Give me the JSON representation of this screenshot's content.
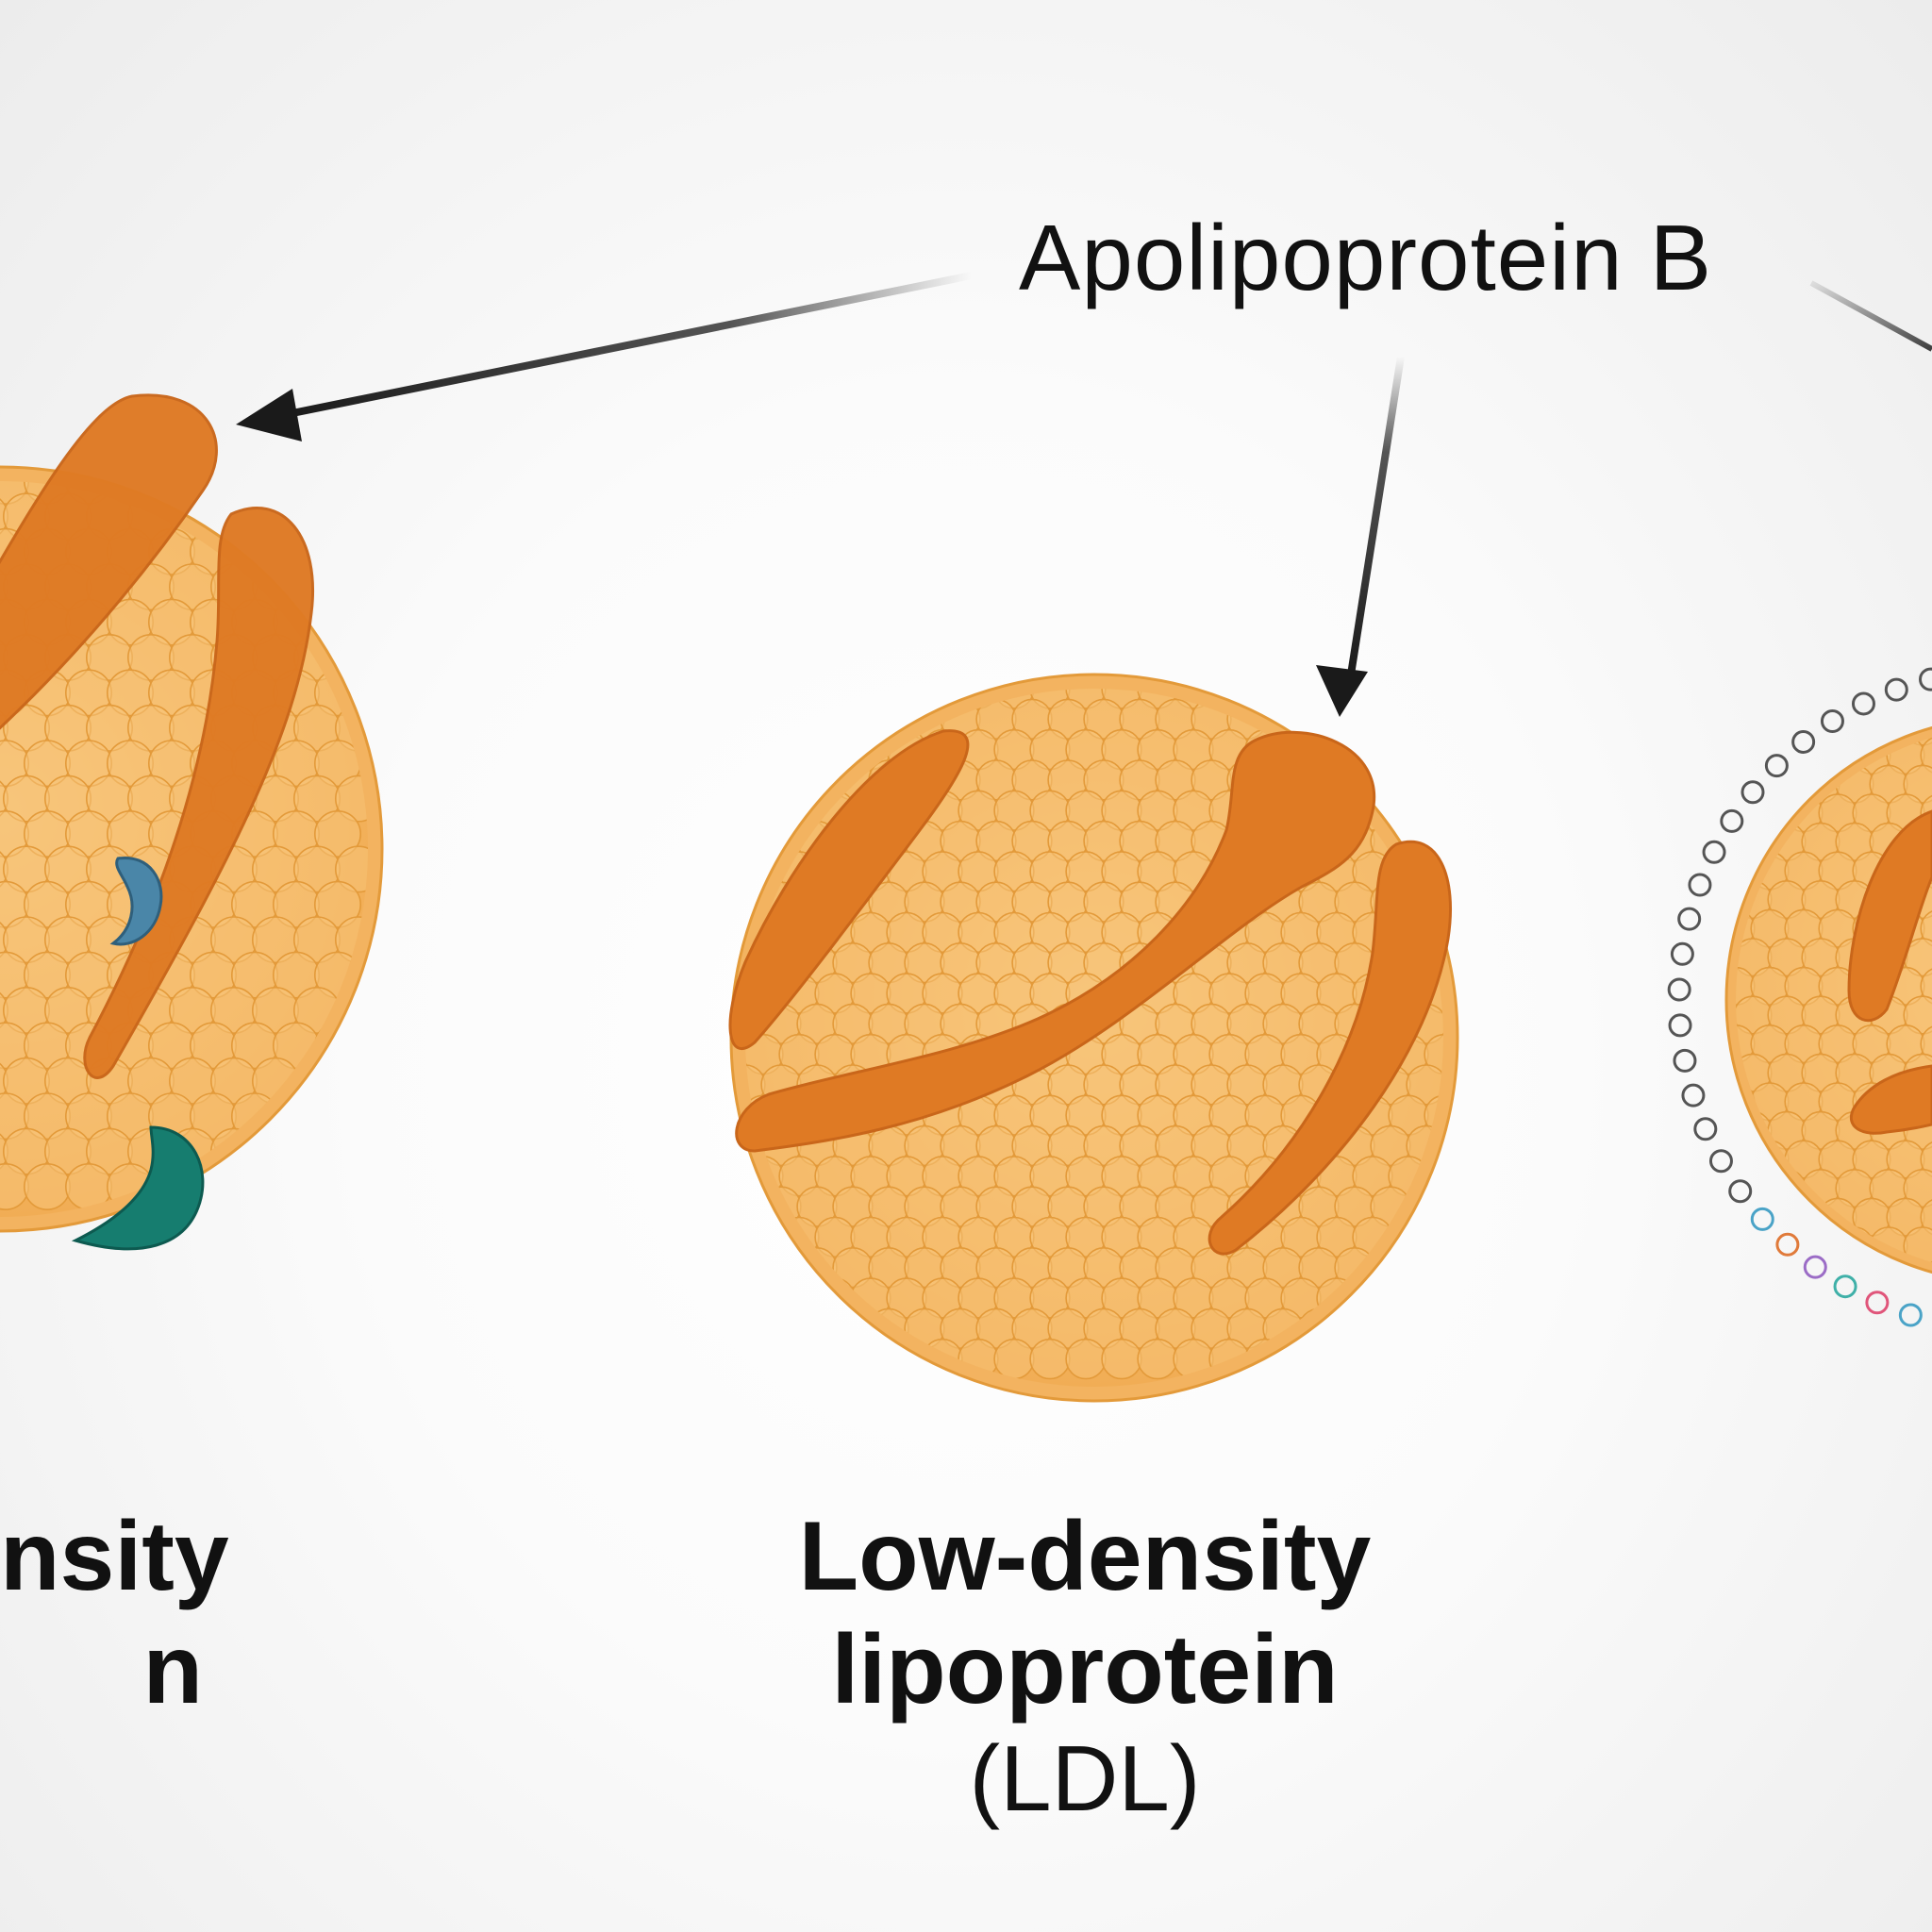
{
  "annotation": {
    "label": "Apolipoprotein B"
  },
  "particles": {
    "ldl": {
      "title_line1": "Low-density",
      "title_line2": "lipoprotein",
      "abbreviation": "(LDL)"
    },
    "left_cropped": {
      "title_line1": "nsity",
      "title_line2": "n"
    }
  },
  "colors": {
    "core": "#f4b562",
    "core_stroke": "#e39a3a",
    "apob": "#df7a24",
    "apob_dark": "#c9661a",
    "receptor_blue": "#4a86a8",
    "receptor_teal": "#167d6f",
    "arrow": "#2b2b2b"
  }
}
